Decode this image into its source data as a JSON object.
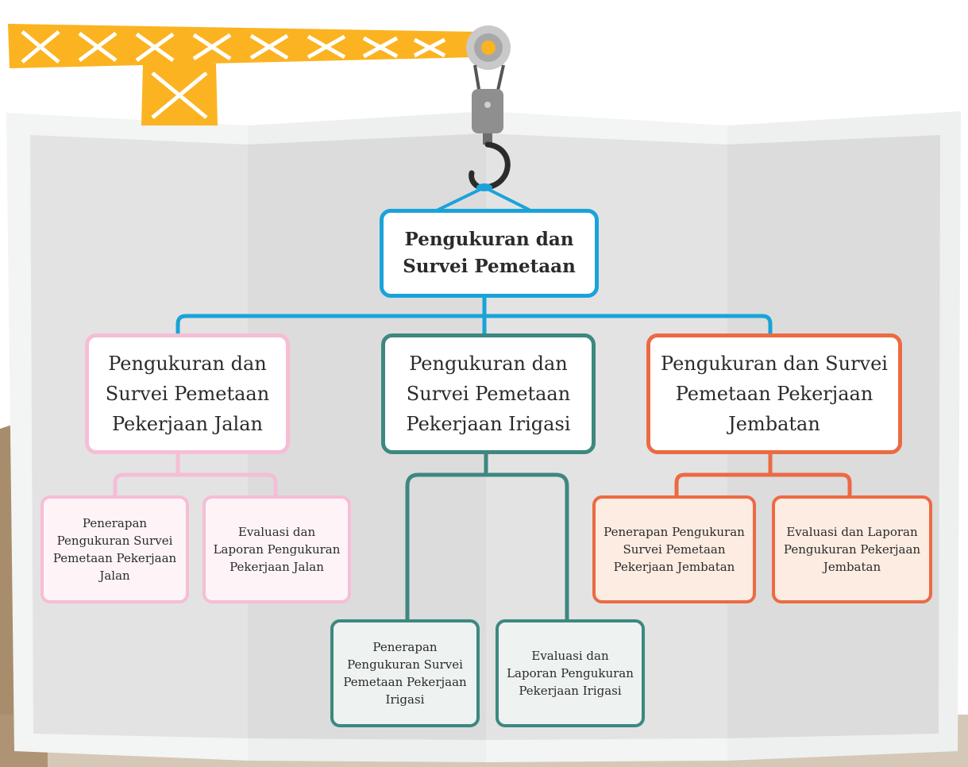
{
  "colors": {
    "crane": "#fbb321",
    "hook": "#2b2b2b",
    "root": "#1aa3d9",
    "jalan": "#f6bdd6",
    "irigasi": "#3d8880",
    "jembatan": "#ec6a43",
    "map_light": "#f3f4f4",
    "map_shade": "#e2e2e2"
  },
  "icons": [
    "crane-jib-icon",
    "pulley-icon",
    "hook-icon",
    "folded-map-icon"
  ],
  "root": {
    "label": "Pengukuran dan Survei Pemetaan"
  },
  "branches": [
    {
      "key": "jalan",
      "label": "Pengukuran dan Survei Pemetaan Pekerjaan Jalan",
      "children": [
        "Penerapan Pengukuran Survei Pemetaan Pekerjaan Jalan",
        "Evaluasi dan Laporan Pengukuran Pekerjaan Jalan"
      ]
    },
    {
      "key": "irigasi",
      "label": "Pengukuran dan Survei Pemetaan Pekerjaan Irigasi",
      "children": [
        "Penerapan Pengukuran Survei Pemetaan Pekerjaan Irigasi",
        "Evaluasi dan Laporan Pengukuran Pekerjaan Irigasi"
      ]
    },
    {
      "key": "jembatan",
      "label": "Pengukuran dan Survei Pemetaan Pekerjaan Jembatan",
      "children": [
        "Penerapan Pengukuran Survei Pemetaan Pekerjaan Jembatan",
        "Evaluasi dan Laporan Pengukuran Pekerjaan Jembatan"
      ]
    }
  ]
}
